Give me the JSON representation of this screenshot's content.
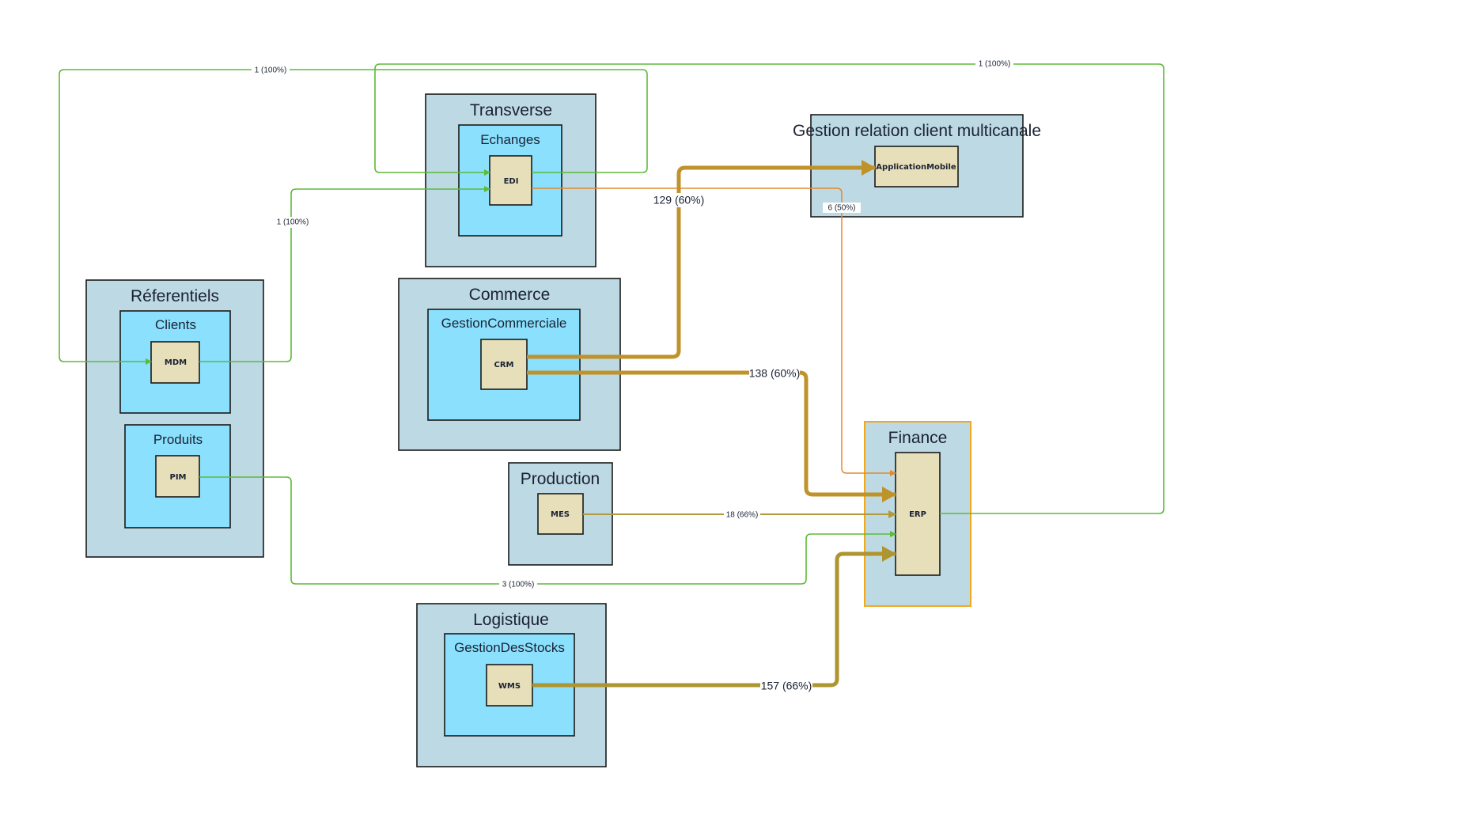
{
  "diagram": {
    "colors": {
      "zone_fill": "#BDD9E3",
      "subzone_fill": "#8AE0FD",
      "app_fill": "#E7DFBA",
      "highlight_border": "#F2A81D",
      "flow_green": "#5DBB3A",
      "flow_orange": "#E08A2E",
      "flow_gold": "#C0922A",
      "flow_olive": "#AE9530"
    },
    "zones": [
      {
        "id": "referentiels",
        "title": "Réferentiels"
      },
      {
        "id": "transverse",
        "title": "Transverse"
      },
      {
        "id": "commerce",
        "title": "Commerce"
      },
      {
        "id": "production",
        "title": "Production"
      },
      {
        "id": "logistique",
        "title": "Logistique"
      },
      {
        "id": "grc",
        "title": "Gestion relation client multicanale"
      },
      {
        "id": "finance",
        "title": "Finance",
        "highlighted": true
      }
    ],
    "subzones": [
      {
        "id": "clients",
        "title": "Clients",
        "zone": "referentiels"
      },
      {
        "id": "produits",
        "title": "Produits",
        "zone": "referentiels"
      },
      {
        "id": "echanges",
        "title": "Echanges",
        "zone": "transverse"
      },
      {
        "id": "gestioncommerciale",
        "title": "GestionCommerciale",
        "zone": "commerce"
      },
      {
        "id": "gestiondesstocks",
        "title": "GestionDesStocks",
        "zone": "logistique"
      }
    ],
    "applications": [
      {
        "id": "mdm",
        "label": "MDM"
      },
      {
        "id": "pim",
        "label": "PIM"
      },
      {
        "id": "edi",
        "label": "EDI"
      },
      {
        "id": "crm",
        "label": "CRM"
      },
      {
        "id": "mes",
        "label": "MES"
      },
      {
        "id": "wms",
        "label": "WMS"
      },
      {
        "id": "appmobile",
        "label": "ApplicationMobile"
      },
      {
        "id": "erp",
        "label": "ERP"
      }
    ],
    "flows": [
      {
        "id": "edi-mdm",
        "from": "EDI",
        "to": "MDM",
        "count": 1,
        "percent": 100,
        "label": "1 (100%)",
        "color": "green"
      },
      {
        "id": "mdm-edi",
        "from": "MDM",
        "to": "EDI",
        "count": 1,
        "percent": 100,
        "label": "1 (100%)",
        "color": "green"
      },
      {
        "id": "erp-edi",
        "from": "ERP",
        "to": "EDI",
        "count": 1,
        "percent": 100,
        "label": "1 (100%)",
        "color": "green"
      },
      {
        "id": "crm-appmobile",
        "from": "CRM",
        "to": "ApplicationMobile",
        "count": 129,
        "percent": 60,
        "label": "129 (60%)",
        "color": "gold"
      },
      {
        "id": "edi-erp",
        "from": "EDI",
        "to": "ERP",
        "count": 6,
        "percent": 50,
        "label": "6 (50%)",
        "color": "orange"
      },
      {
        "id": "crm-erp",
        "from": "CRM",
        "to": "ERP",
        "count": 138,
        "percent": 60,
        "label": "138 (60%)",
        "color": "gold"
      },
      {
        "id": "mes-erp",
        "from": "MES",
        "to": "ERP",
        "count": 18,
        "percent": 66,
        "label": "18 (66%)",
        "color": "olive"
      },
      {
        "id": "pim-erp",
        "from": "PIM",
        "to": "ERP",
        "count": 3,
        "percent": 100,
        "label": "3 (100%)",
        "color": "green"
      },
      {
        "id": "wms-erp",
        "from": "WMS",
        "to": "ERP",
        "count": 157,
        "percent": 66,
        "label": "157 (66%)",
        "color": "olive"
      }
    ]
  }
}
